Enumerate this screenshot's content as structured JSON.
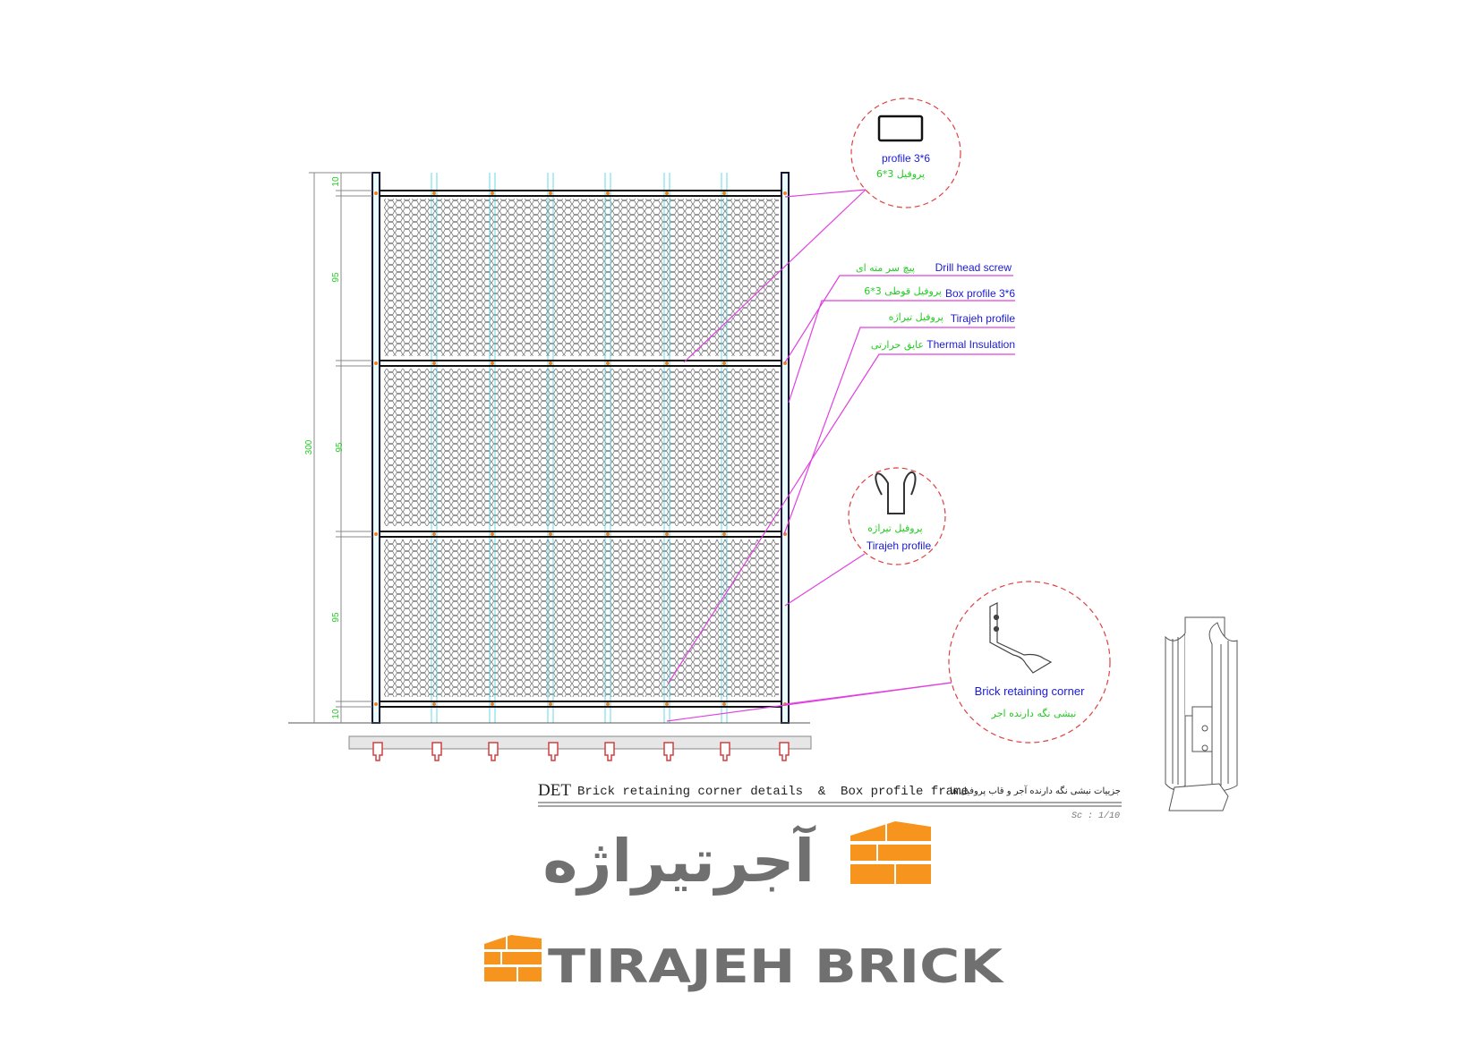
{
  "drawing": {
    "dimensions": {
      "top": "10",
      "panel1": "95",
      "panel2": "95",
      "panel3": "95",
      "bottom": "10",
      "total": "300"
    },
    "callouts": [
      {
        "en": "Drill head screw",
        "fa": "پیچ سر مته ای"
      },
      {
        "en": "Box profile 3*6",
        "fa": "پروفیل قوطی 3*6"
      },
      {
        "en": "Tirajeh profile",
        "fa": "پروفیل تیراژه"
      },
      {
        "en": "Thermal Insulation",
        "fa": "عایق حرارتی"
      }
    ],
    "detail_profile": {
      "en": "profile 3*6",
      "fa": "پروفیل 3*6"
    },
    "detail_tirajeh": {
      "en": "Tirajeh profile",
      "fa": "پروفیل تیراژه"
    },
    "detail_corner": {
      "en": "Brick retaining corner",
      "fa": "نبشی نگه دارنده اجر"
    },
    "title": {
      "prefix": "DET",
      "text": "Brick retaining corner details  &  Box profile frame",
      "fa": "جزییات نبشی نگه دارنده آجر و قاب پروفیل ها",
      "scale": "Sc : 1/10"
    }
  },
  "logo": {
    "fa": "آجرتیراژه",
    "en": "TIRAJEH BRICK"
  },
  "colors": {
    "leader": "#e040e0",
    "label_en": "#1a1ad8",
    "label_fa": "#22cc22",
    "brand_orange": "#f7941d",
    "brand_gray": "#707070",
    "circle": "#e04040"
  }
}
